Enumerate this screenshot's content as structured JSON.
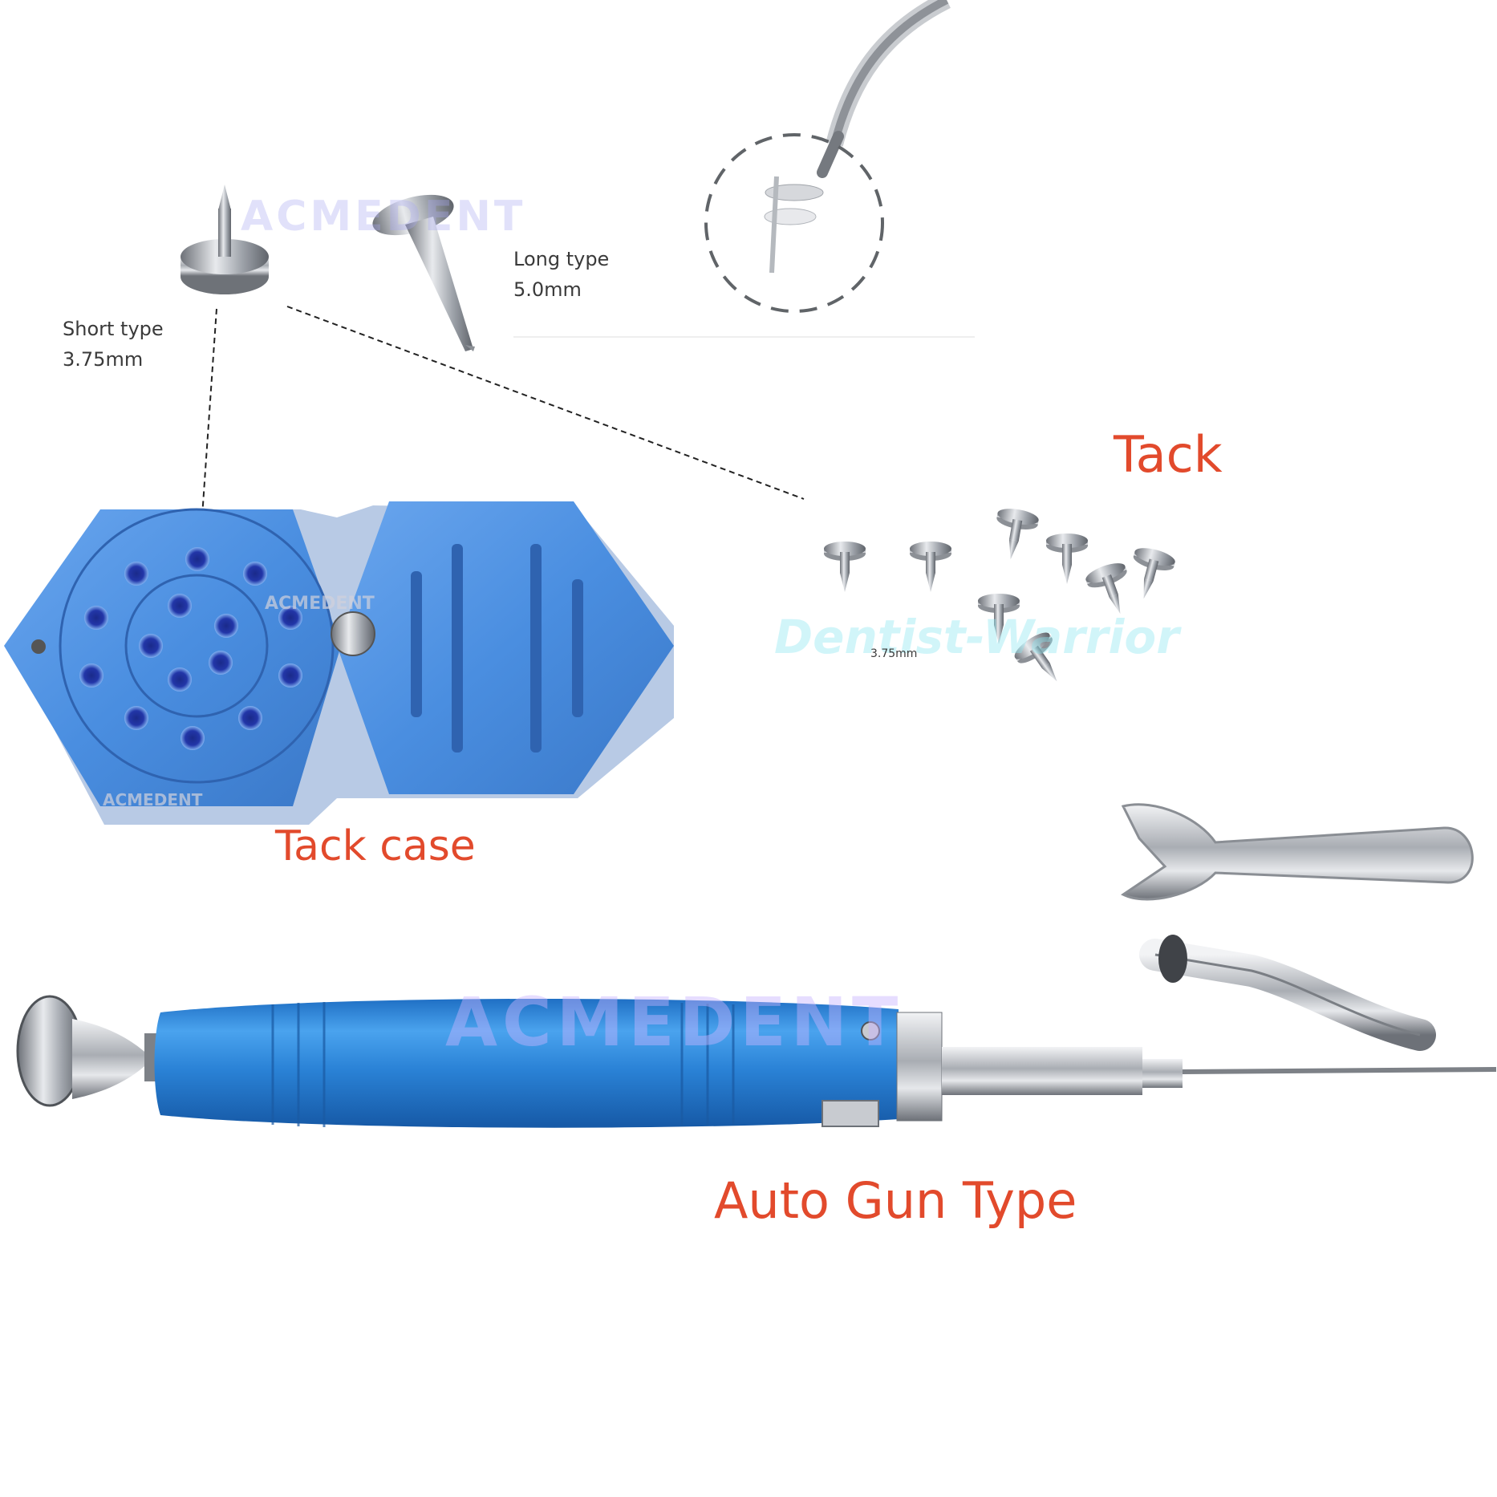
{
  "labels": {
    "short_type": "Short type",
    "short_size": "3.75mm",
    "long_type": "Long type",
    "long_size": "5.0mm",
    "tack_title": "Tack",
    "tack_size": "3.75mm",
    "tack_case": "Tack case",
    "auto_gun": "Auto Gun Type"
  },
  "watermarks": {
    "brand": "ACMEDENT",
    "seller": "Dentist-Warrior"
  },
  "colors": {
    "caption": "#e24a2c",
    "case_blue": "#4a8ee0",
    "handle_blue": "#2e86d8",
    "steel": "#b8bcc2",
    "spec_text": "#3a3a3a"
  },
  "icons": [
    "tack-icon",
    "tack-case-icon",
    "auto-gun-icon",
    "wrench-icon",
    "curved-tip-icon",
    "applicator-tip-icon"
  ]
}
